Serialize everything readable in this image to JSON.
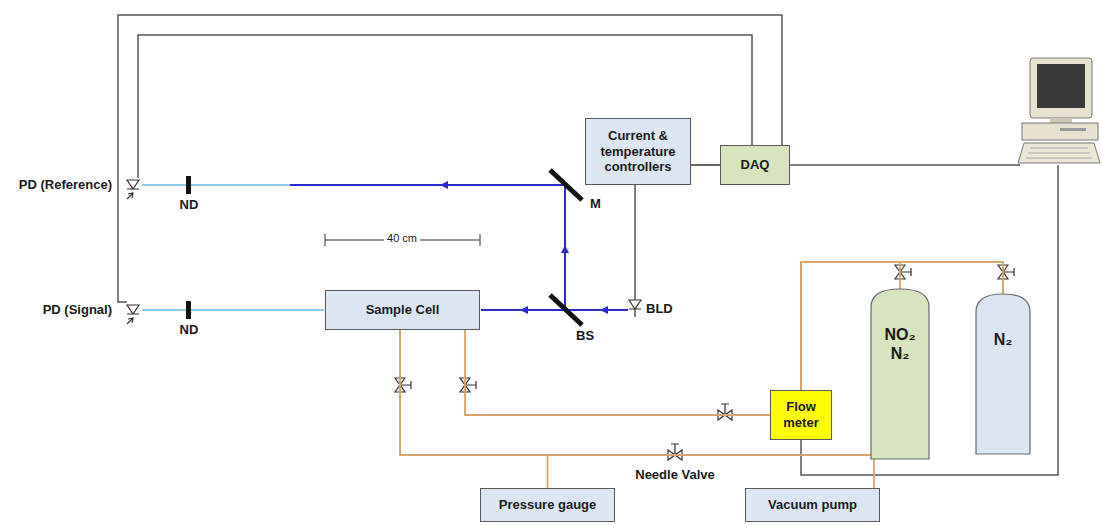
{
  "diagram": {
    "nodes": [
      {
        "text": [
          "Current & temperature controllers"
        ]
      },
      {
        "text": [
          "DAQ"
        ]
      },
      {
        "text": [
          "Sample Cell"
        ]
      },
      {
        "text": [
          "Flow meter"
        ]
      },
      {
        "text": [
          "NO₂ N₂"
        ]
      },
      {
        "text": [
          "N₂"
        ]
      },
      {
        "text": [
          "Pressure gauge"
        ]
      },
      {
        "text": [
          "Vacuum pump"
        ]
      }
    ],
    "edges": [
      {
        "from": 0,
        "to": 1,
        "arrow": "none"
      },
      {
        "from": 3,
        "to": 2,
        "arrow": "none"
      },
      {
        "from": 4,
        "to": 3,
        "arrow": "none"
      },
      {
        "from": 5,
        "to": 3,
        "arrow": "none"
      },
      {
        "from": 2,
        "to": 6,
        "arrow": "none"
      },
      {
        "from": 2,
        "to": 7,
        "arrow": "none"
      }
    ],
    "labels": [
      "PD (Reference)",
      "ND",
      "M",
      "40 cm",
      "PD (Signal)",
      "ND",
      "BS",
      "BLD",
      "Needle Valve"
    ]
  }
}
